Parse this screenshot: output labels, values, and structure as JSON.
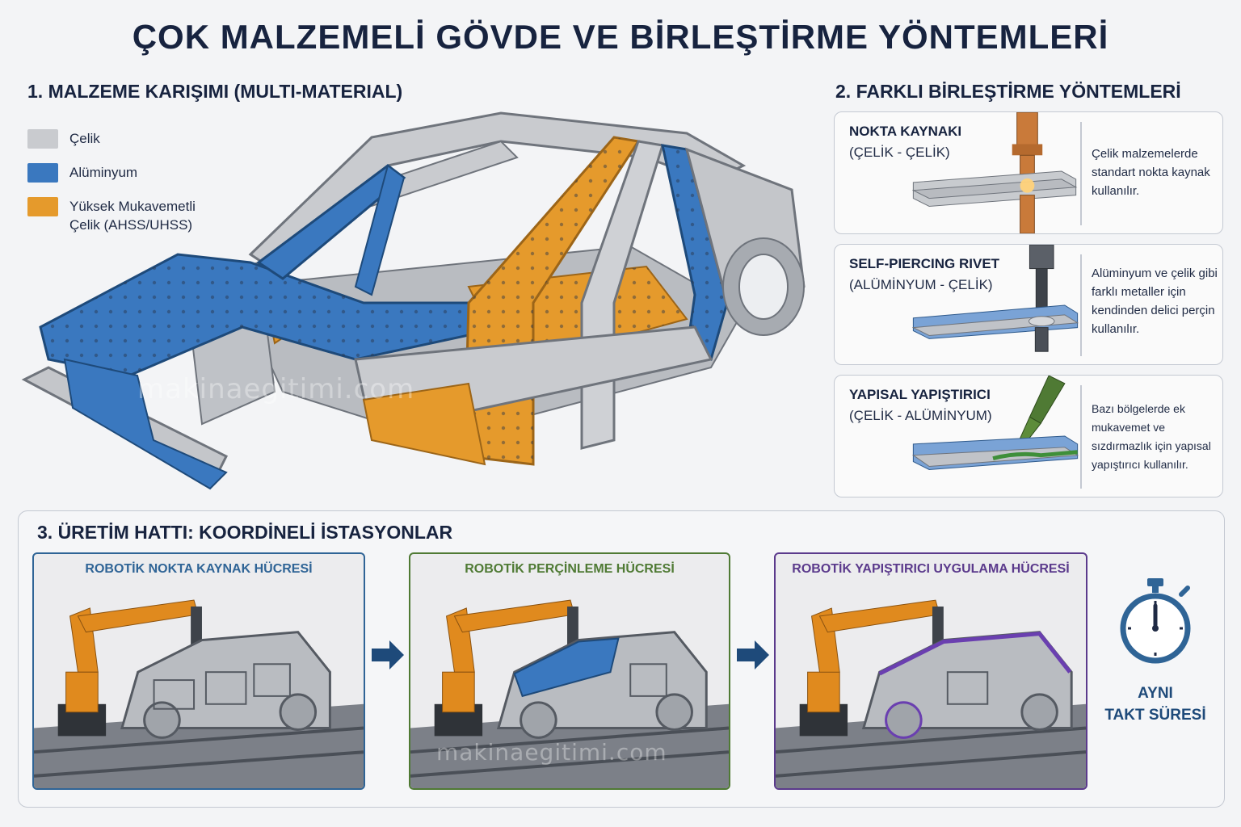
{
  "title": "ÇOK MALZEMELİ GÖVDE VE BİRLEŞTİRME YÖNTEMLERİ",
  "section1": {
    "title": "1. MALZEME KARIŞIMI (MULTI-MATERIAL)",
    "legend": [
      {
        "label": "Çelik",
        "color": "#c9cbcf"
      },
      {
        "label": "Alüminyum",
        "color": "#3a78bf"
      },
      {
        "label": "Yüksek Mukavemetli Çelik (AHSS/UHSS)",
        "color": "#e59a2c"
      }
    ]
  },
  "section2": {
    "title": "2. FARKLI BİRLEŞTİRME YÖNTEMLERİ",
    "methods": [
      {
        "name": "NOKTA KAYNAKI",
        "pair": "(ÇELİK - ÇELİK)",
        "desc": "Çelik malzemelerde standart nokta kaynak kullanılır.",
        "icon": "spot-weld-electrode-icon"
      },
      {
        "name": "SELF-PIERCING RIVET",
        "pair": "(ALÜMİNYUM - ÇELİK)",
        "desc": "Alüminyum ve çelik gibi farklı metaller için kendinden delici perçin kullanılır.",
        "icon": "rivet-tool-icon"
      },
      {
        "name": "YAPISAL YAPIŞTIRICI",
        "pair": "(ÇELİK - ALÜMİNYUM)",
        "desc": "Bazı bölgelerde ek mukavemet ve sızdırmazlık için yapısal yapıştırıcı kullanılır.",
        "icon": "adhesive-nozzle-icon"
      }
    ]
  },
  "section3": {
    "title": "3. ÜRETİM HATTI: KOORDİNELİ İSTASYONLAR",
    "cells": [
      {
        "title": "ROBOTİK NOKTA KAYNAK HÜCRESİ",
        "color": "#2f6496"
      },
      {
        "title": "ROBOTİK PERÇİNLEME HÜCRESİ",
        "color": "#4f7a34"
      },
      {
        "title": "ROBOTİK YAPIŞTIRICI UYGULAMA HÜCRESİ",
        "color": "#5b3a8c"
      }
    ],
    "takt_line1": "AYNI",
    "takt_line2": "TAKT SÜRESİ",
    "takt_icon": "stopwatch-icon"
  },
  "watermark": "makinaegitimi.com",
  "colors": {
    "steel": "#c9cbcf",
    "aluminum": "#3a78bf",
    "ahss": "#e59a2c",
    "navy": "#17233f",
    "robot": "#e08a1e"
  }
}
